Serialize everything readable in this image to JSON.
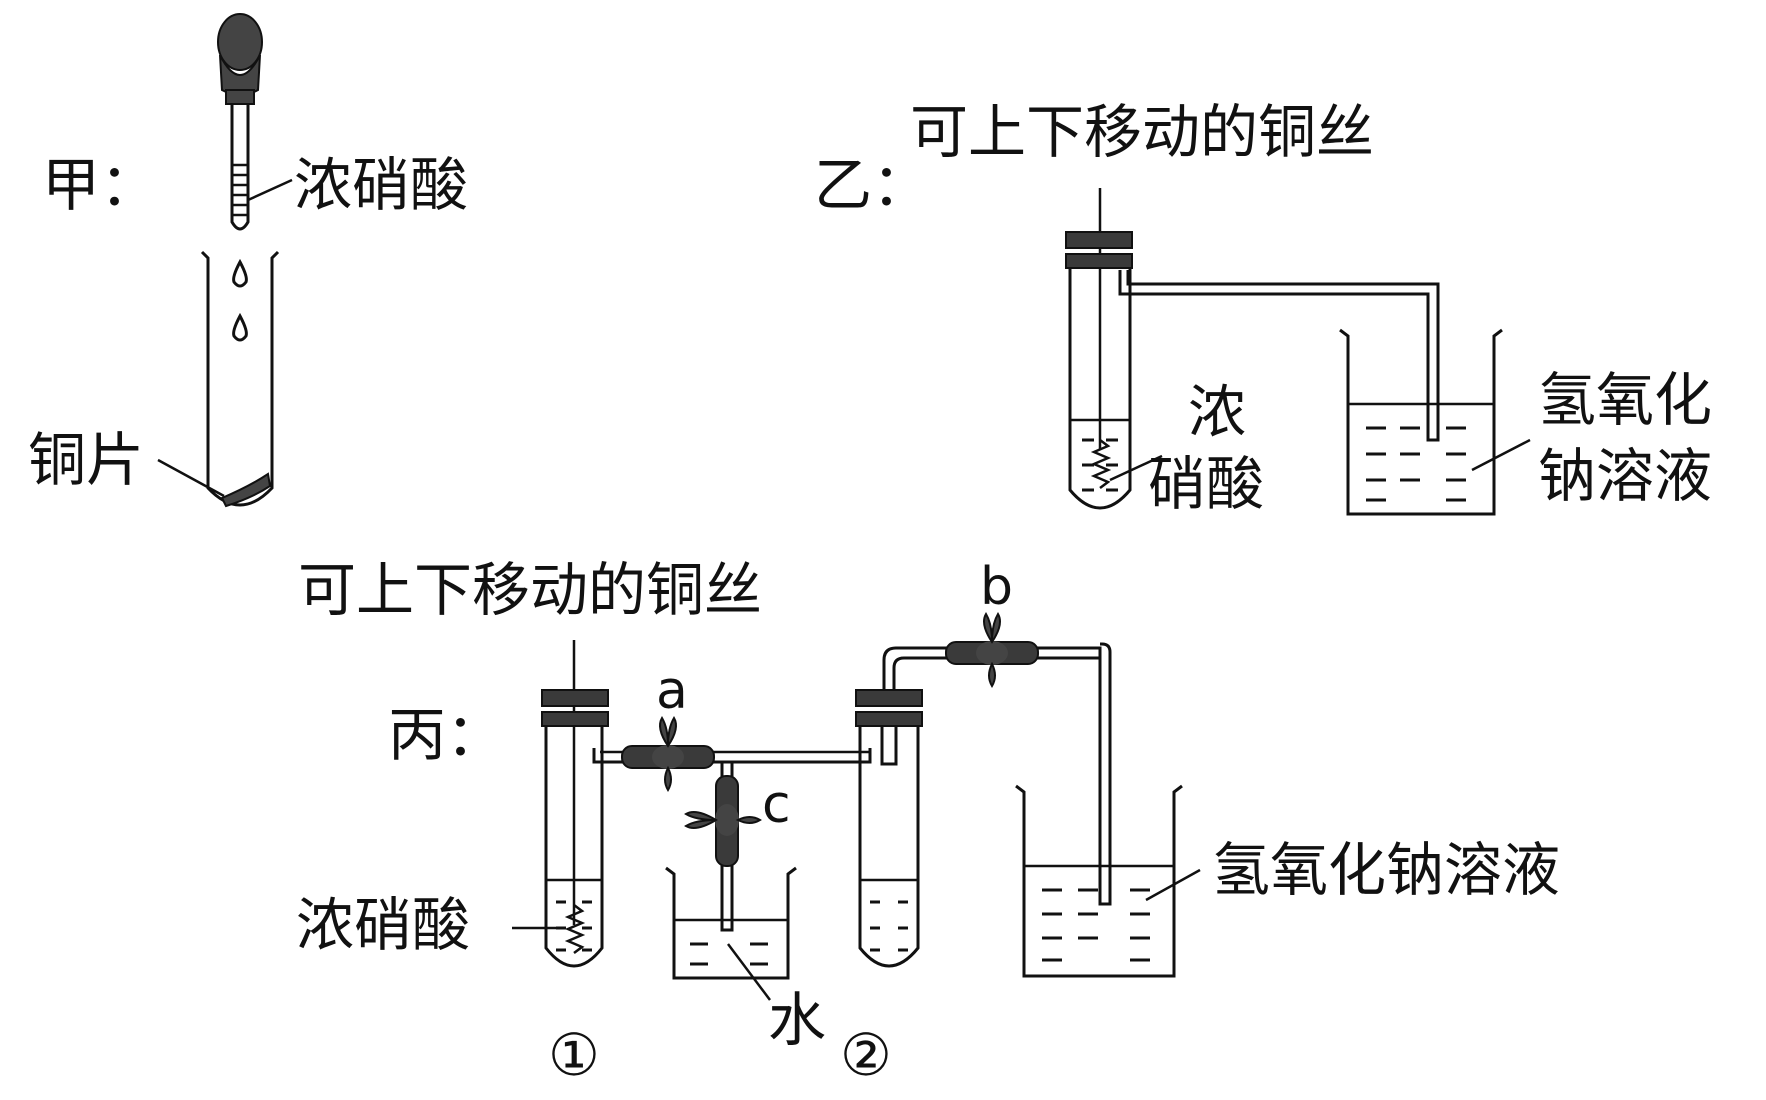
{
  "setup_jia": {
    "label": "甲：",
    "acid": "浓硝酸",
    "copper": "铜片"
  },
  "setup_yi": {
    "label": "乙：",
    "wire": "可上下移动的铜丝",
    "acid_line1": "浓",
    "acid_line2": "硝酸",
    "naoh_line1": "氢氧化",
    "naoh_line2": "钠溶液"
  },
  "setup_bing": {
    "label": "丙：",
    "wire": "可上下移动的铜丝",
    "acid": "浓硝酸",
    "valve_a": "a",
    "valve_b": "b",
    "valve_c": "c",
    "water": "水",
    "naoh": "氢氧化钠溶液",
    "tube1": "①",
    "tube2": "②"
  }
}
